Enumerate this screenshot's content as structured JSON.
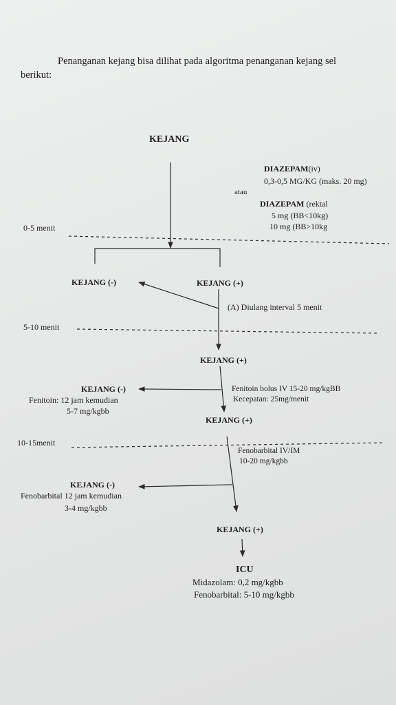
{
  "intro": {
    "line1": "Penanganan kejang bisa dilihat pada algoritma penanganan kejang sel",
    "line2": "berikut:"
  },
  "flow": {
    "kejang_top": "KEJANG",
    "diazepam_iv": {
      "title": "DIAZEPAM",
      "title_suffix": "(iv)",
      "dose": "0,3-0,5 MG/KG (maks. 20 mg)"
    },
    "atau": "atau",
    "diazepam_rektal": {
      "title": "DIAZEPAM",
      "title_suffix": " (rektal",
      "dose1": "5 mg (BB<10kg)",
      "dose2": "10 mg (BB>10kg"
    },
    "time_0_5": "0-5 menit",
    "kejang_neg_1": "KEJANG (-)",
    "kejang_pos_1": "KEJANG (+)",
    "repeat_note": "(A) Diulang interval 5 menit",
    "time_5_10": "5-10 menit",
    "kejang_pos_2": "KEJANG (+)",
    "kejang_neg_2": "KEJANG (-)",
    "fenitoin_follow1": "Fenitoin: 12 jam kemudian",
    "fenitoin_follow2": "5-7 mg/kgbb",
    "fenitoin_bolus": "Fenitoin bolus IV 15-20 mg/kgBB",
    "fenitoin_speed": "Kecepatan: 25mg/menit",
    "kejang_pos_3": "KEJANG (+)",
    "time_10_15": "10-15menit",
    "fenobarbital_iv": "Fenobarbital IV/IM",
    "fenobarbital_dose": "10-20 mg/kgbb",
    "kejang_neg_3": "KEJANG (-)",
    "fenobarbital_follow1": "Fenobarbital  12 jam kemudian",
    "fenobarbital_follow2": "3-4 mg/kgbb",
    "kejang_pos_4": "KEJANG (+)",
    "icu": "ICU",
    "midazolam": "Midazolam: 0,2 mg/kgbb",
    "fenobarbital_icu": "Fenobarbital: 5-10 mg/kgbb"
  }
}
